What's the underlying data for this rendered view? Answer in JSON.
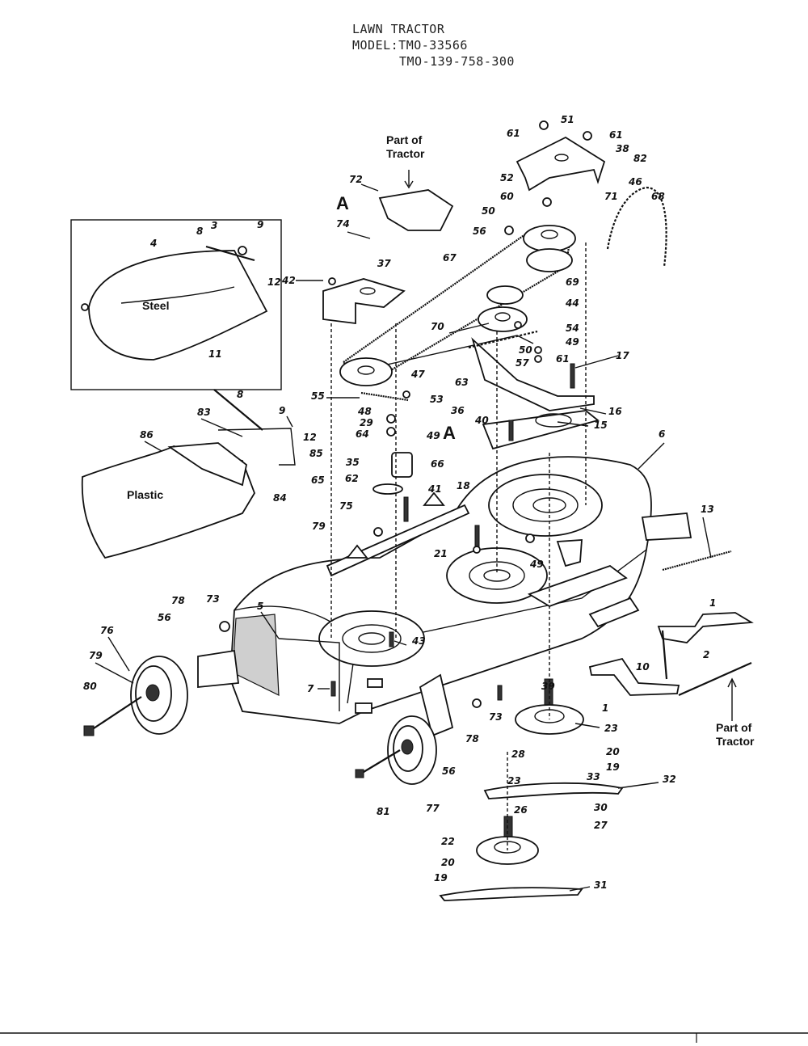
{
  "header": {
    "line1": "LAWN TRACTOR",
    "line2": "MODEL:TMO-33566",
    "line3": "TMO-139-758-300"
  },
  "labels": {
    "part_of_tractor_top": [
      "Part of",
      "Tractor"
    ],
    "part_of_tractor_right": [
      "Part of",
      "Tractor"
    ],
    "steel": "Steel",
    "plastic": "Plastic",
    "marker_a": "A"
  },
  "callouts": [
    "1",
    "2",
    "3",
    "4",
    "5",
    "6",
    "7",
    "8",
    "9",
    "10",
    "11",
    "12",
    "13",
    "15",
    "16",
    "17",
    "18",
    "19",
    "20",
    "21",
    "22",
    "23",
    "26",
    "27",
    "28",
    "29",
    "30",
    "31",
    "32",
    "33",
    "35",
    "36",
    "37",
    "38",
    "39",
    "40",
    "41",
    "42",
    "43",
    "44",
    "46",
    "47",
    "48",
    "49",
    "50",
    "51",
    "52",
    "53",
    "54",
    "55",
    "56",
    "57",
    "60",
    "61",
    "62",
    "63",
    "64",
    "65",
    "66",
    "67",
    "68",
    "69",
    "70",
    "71",
    "72",
    "73",
    "74",
    "75",
    "76",
    "77",
    "78",
    "79",
    "80",
    "81",
    "82",
    "83",
    "84",
    "85",
    "86"
  ]
}
